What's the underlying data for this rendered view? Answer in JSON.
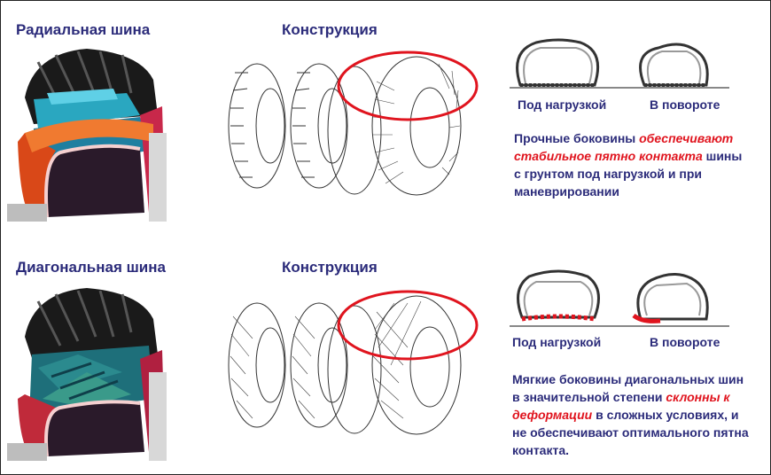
{
  "radial": {
    "title": "Радиальная шина",
    "construction_title": "Конструкция",
    "caption_load": "Под нагрузкой",
    "caption_turn": "В повороте",
    "desc": {
      "part1": "Прочные боковины ",
      "em1": "обеспечивают",
      "part2": " ",
      "em2": "стабильное пятно контакта",
      "part3": " шины с грунтом под нагрузкой и при маневрировании"
    }
  },
  "diagonal": {
    "title": "Диагональная шина",
    "construction_title": "Конструкция",
    "caption_load": "Под нагрузкой",
    "caption_turn": "В повороте",
    "desc": {
      "part1": "Мягкие боковины диагональных шин в значительной степени ",
      "em1": "склонны к деформации",
      "part2": " в сложных условиях, и не обеспечивают оптимального пятна контакта."
    }
  },
  "colors": {
    "text": "#2b2b7a",
    "emphasis": "#e0141e",
    "highlight_circle": "#e0141e"
  },
  "icons": [
    "tire-cutaway-radial",
    "tire-cutaway-diagonal",
    "ply-construction",
    "tire-profile"
  ]
}
